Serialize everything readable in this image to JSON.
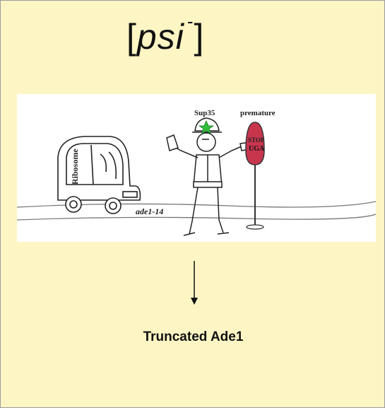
{
  "title": {
    "main": "[psi",
    "superscript": "-",
    "close": "]"
  },
  "cartoon": {
    "vehicle_label": "Ribosome",
    "officer_label": "Sup35",
    "sign_caption": "premature",
    "sign_line1": "STOP",
    "sign_line2": "UGA",
    "road_label": "ade1-14",
    "colors": {
      "sign": "#c8364e",
      "star": "#2fbf3a"
    }
  },
  "result": {
    "label": "Truncated Ade1"
  }
}
